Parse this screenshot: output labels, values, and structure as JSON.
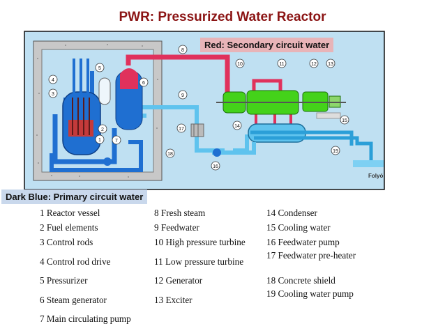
{
  "title": "PWR: Pressurized Water Reactor",
  "callouts": {
    "secondary": "Red: Secondary circuit water",
    "primary": "Dark Blue: Primary circuit water"
  },
  "diagram": {
    "river_label": "Folyó",
    "markers": [
      "1",
      "2",
      "3",
      "4",
      "5",
      "6",
      "7",
      "8",
      "9",
      "10",
      "11",
      "12",
      "13",
      "14",
      "15",
      "16",
      "17",
      "18",
      "19"
    ]
  },
  "legend": {
    "items": [
      "1 Reactor vessel",
      "2 Fuel elements",
      "3 Control rods",
      "4 Control rod drive",
      "5 Pressurizer",
      "6 Steam generator",
      "7 Main circulating pump",
      "8 Fresh steam",
      "9 Feedwater",
      "10 High pressure turbine",
      "11 Low pressure turbine",
      "12 Generator",
      "13 Exciter",
      "14 Condenser",
      "15 Cooling water",
      "16 Feedwater pump",
      "17 Feedwater pre-heater",
      "18 Concrete shield",
      "19 Cooling water pump"
    ]
  },
  "colors": {
    "primary_water": "#1f6fd1",
    "secondary_water": "#e0315c",
    "cooling_water": "#5fc3ee",
    "turbine": "#44d21a",
    "title": "#8b1414"
  }
}
